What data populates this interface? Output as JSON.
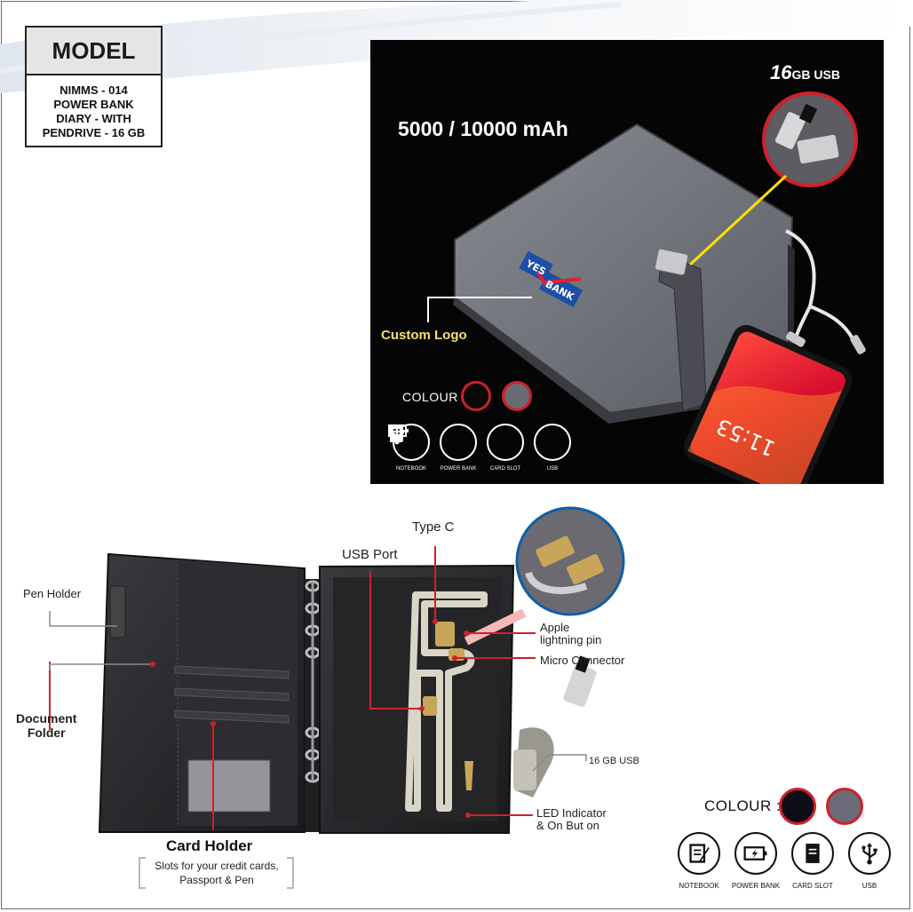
{
  "model": {
    "heading": "MODEL",
    "lines": [
      "NIMMS - 014",
      "POWER BANK",
      "DIARY - WITH",
      "PENDRIVE - 16 GB"
    ]
  },
  "hero": {
    "capacity": "5000 / 10000 mAh",
    "usb_size": "16",
    "usb_unit": "GB USB",
    "custom_logo": "Custom Logo",
    "colour_label": "COLOUR :",
    "brand_line1": "YES",
    "brand_line2": "BANK",
    "phone_time": "11:53",
    "icons": [
      {
        "name": "notebook-icon",
        "label": "NOTEBOOK"
      },
      {
        "name": "power-bank-icon",
        "label": "POWER BANK"
      },
      {
        "name": "card-slot-icon",
        "label": "CARD SLOT"
      },
      {
        "name": "usb-icon",
        "label": "USB"
      }
    ]
  },
  "diagram": {
    "pen_holder": "Pen Holder",
    "document_folder_1": "Document",
    "document_folder_2": "Folder",
    "card_holder": "Card Holder",
    "card_holder_desc_1": "Slots for your credit cards,",
    "card_holder_desc_2": "Passport & Pen",
    "type_c": "Type C",
    "usb_port": "USB Port",
    "apple_1": "Apple",
    "apple_2": "lightning pin",
    "micro": "Micro Connector",
    "usb_16": "16 GB USB",
    "led_1": "LED Indicator",
    "led_2": "& On But on"
  },
  "bottom": {
    "colour_label": "COLOUR :",
    "icons": [
      {
        "name": "notebook-icon",
        "label": "NOTEBOOK"
      },
      {
        "name": "power-bank-icon",
        "label": "POWER BANK"
      },
      {
        "name": "card-slot-icon",
        "label": "CARD SLOT"
      },
      {
        "name": "usb-icon",
        "label": "USB"
      }
    ]
  },
  "colors": {
    "swatch_black": "#0d0d1a",
    "swatch_grey": "#6a6a78",
    "swatch_ring": "#d0202a",
    "leader_red": "#d0202a"
  }
}
